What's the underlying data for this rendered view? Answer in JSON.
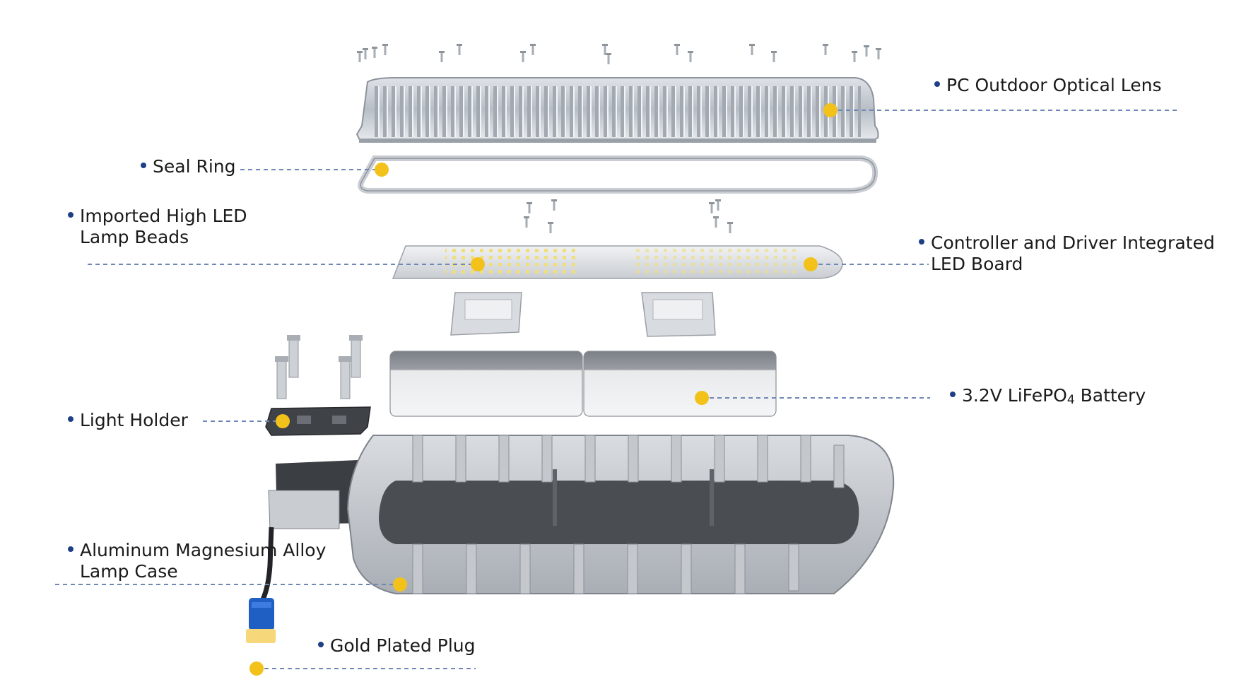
{
  "labels": {
    "lens": "PC Outdoor Optical Lens",
    "seal": "Seal Ring",
    "beads_line1": "Imported High LED",
    "beads_line2": "Lamp Beads",
    "board_line1": "Controller and Driver Integrated",
    "board_line2": "LED Board",
    "battery_pre": "3.2V LiFePO",
    "battery_sub": "4",
    "battery_post": " Battery",
    "holder": "Light Holder",
    "case_line1": "Aluminum Magnesium Alloy",
    "case_line2": "Lamp Case",
    "plug": "Gold Plated Plug"
  },
  "colors": {
    "callout_dot": "#f2c21b",
    "bullet": "#1e3f86",
    "leader_line": "#6f86b8",
    "plug_body": "#1f5fc4",
    "plug_tip": "#f6d77a"
  }
}
